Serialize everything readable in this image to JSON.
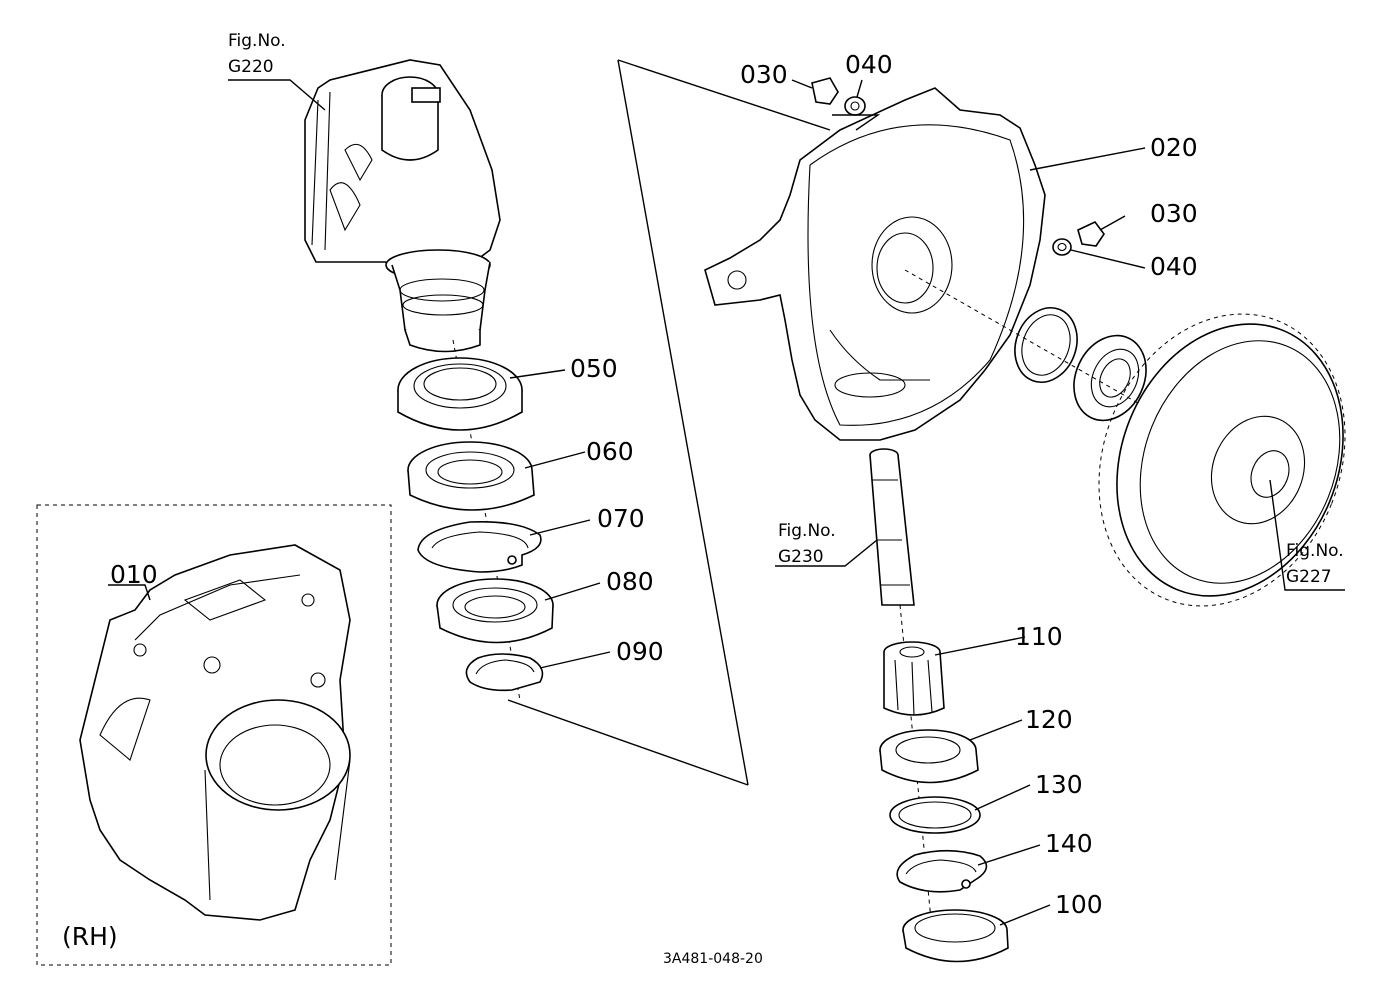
{
  "diagram": {
    "callouts": {
      "p010": "010",
      "p020": "020",
      "p030a": "030",
      "p040a": "040",
      "p030b": "030",
      "p040b": "040",
      "p050": "050",
      "p060": "060",
      "p070": "070",
      "p080": "080",
      "p090": "090",
      "p110": "110",
      "p120": "120",
      "p130": "130",
      "p140": "140",
      "p100": "100"
    },
    "figure_refs": {
      "g220": {
        "prefix": "Fig.No.",
        "code": "G220"
      },
      "g230": {
        "prefix": "Fig.No.",
        "code": "G230"
      },
      "g227": {
        "prefix": "Fig.No.",
        "code": "G227"
      }
    },
    "inset_label": "(RH)",
    "drawing_code": "3A481-048-20"
  }
}
